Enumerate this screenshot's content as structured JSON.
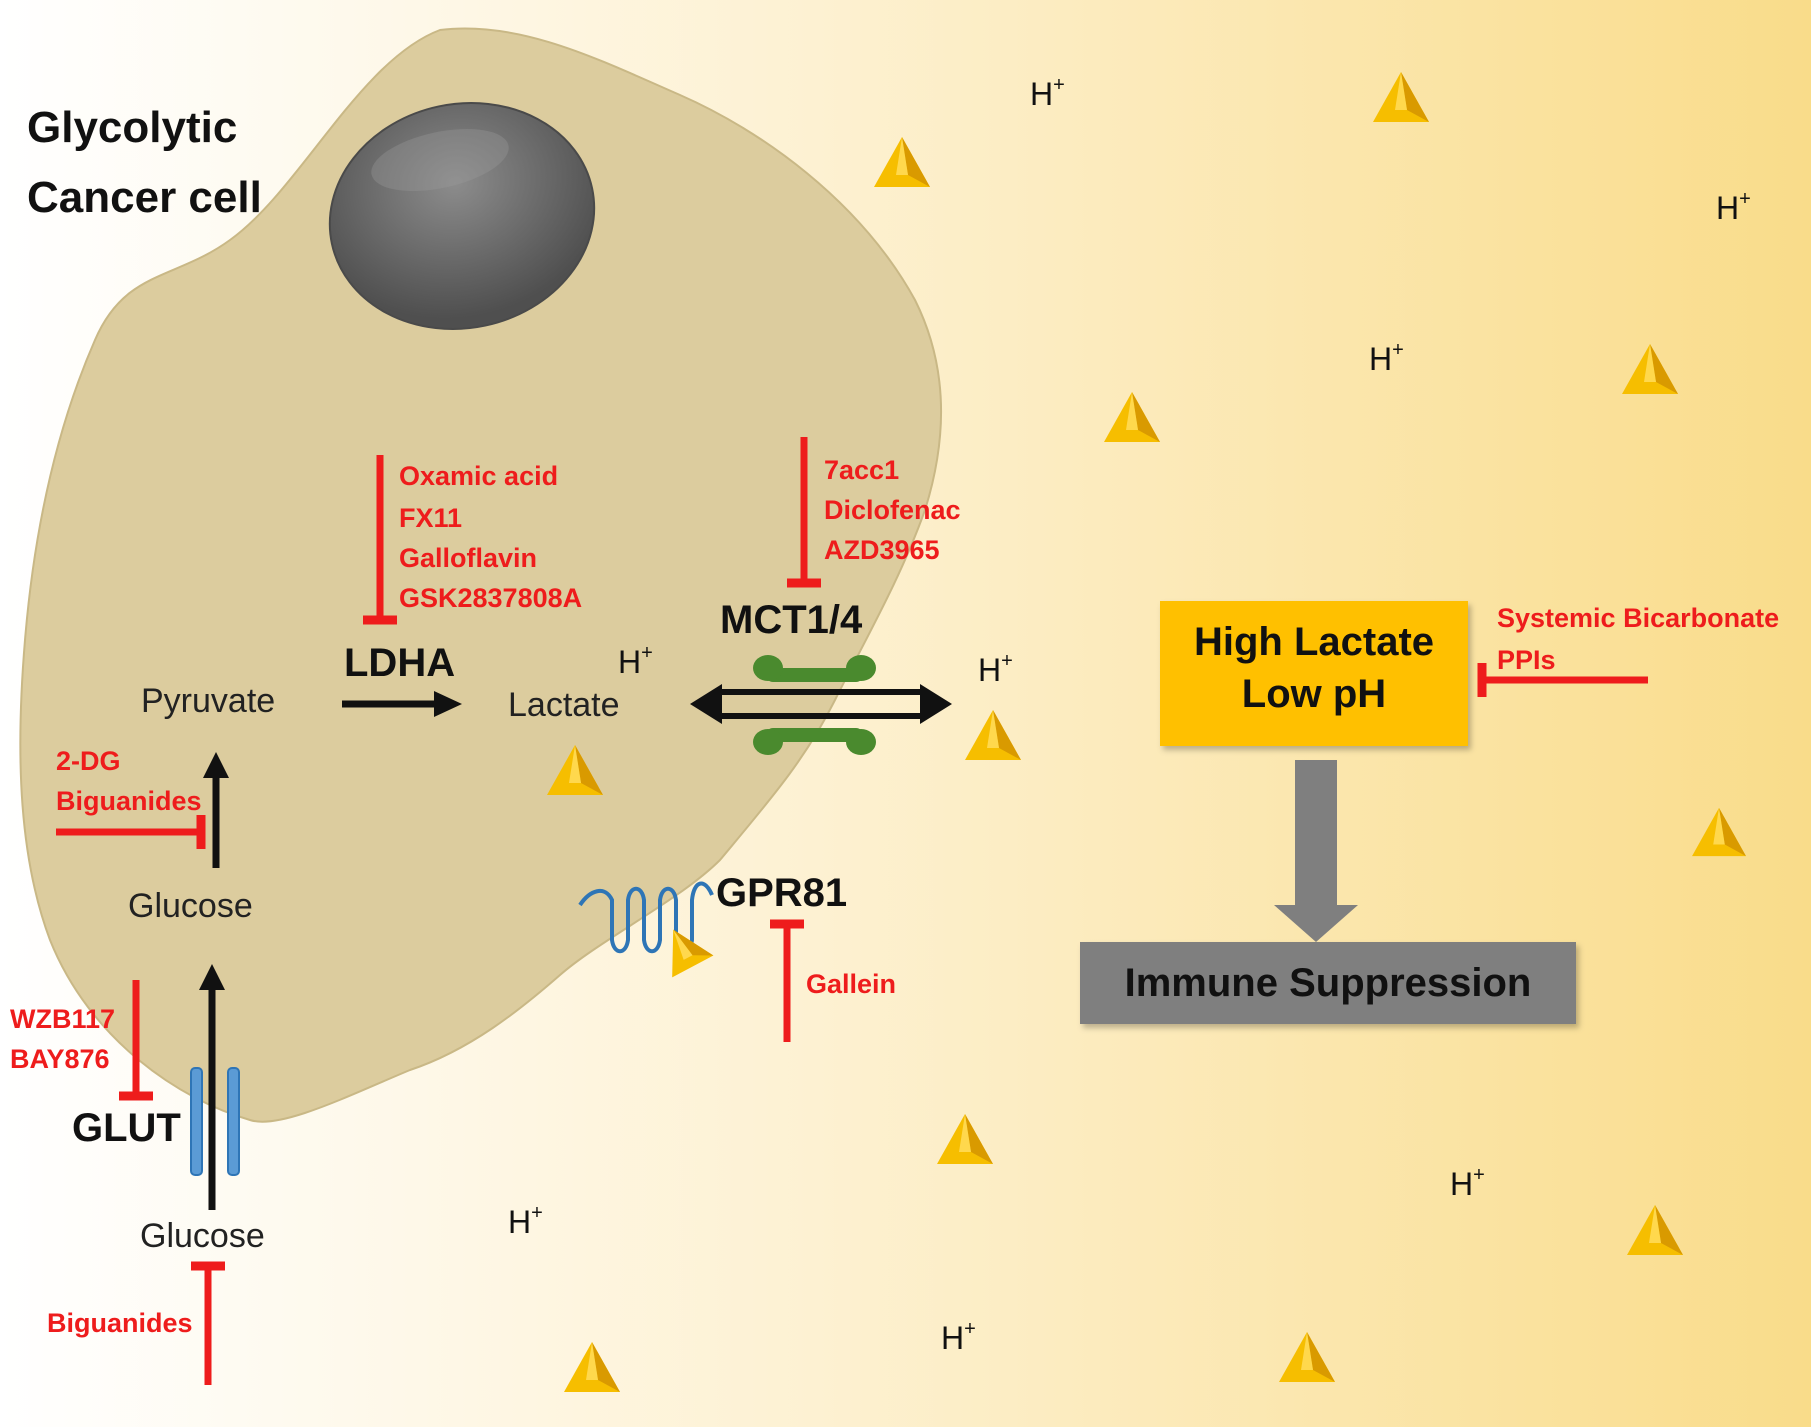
{
  "title_lines": [
    "Glycolytic",
    "Cancer cell"
  ],
  "metabolites": {
    "pyruvate": "Pyruvate",
    "lactate": "Lactate",
    "glucose_inside": "Glucose",
    "glucose_outside": "Glucose"
  },
  "proteins": {
    "ldha": "LDHA",
    "mct": "MCT1/4",
    "glut": "GLUT",
    "gpr81": "GPR81"
  },
  "inhibitors": {
    "ldha": [
      "Oxamic acid",
      "FX11",
      "Galloflavin",
      "GSK2837808A"
    ],
    "mct": [
      "7acc1",
      "Diclofenac",
      "AZD3965"
    ],
    "glycolysis": [
      "2-DG",
      "Biguanides"
    ],
    "glut": [
      "WZB117",
      "BAY876"
    ],
    "glucose_uptake": [
      "Biguanides"
    ],
    "gpr81": [
      "Gallein"
    ],
    "acidity": [
      "Systemic Bicarbonate",
      "PPIs"
    ]
  },
  "proton": {
    "symbol": "H",
    "charge": "+"
  },
  "outcome_boxes": {
    "tme": {
      "line1": "High Lactate",
      "line2": "Low pH",
      "color": "#ffc000"
    },
    "effect": {
      "text": "Immune Suppression",
      "color": "#7f7f7f"
    }
  },
  "colors": {
    "inhibitor": "#ee1c1c",
    "cell": "#dccc9e",
    "nucleus": "#6b6b6b",
    "lactate_marker": "#f6be00",
    "mct_transporter": "#4a8a2e",
    "glut_channel": "#5b9bd5",
    "gpr81_receptor": "#2e75b6",
    "background_gradient_end": "#f9dc8a"
  }
}
